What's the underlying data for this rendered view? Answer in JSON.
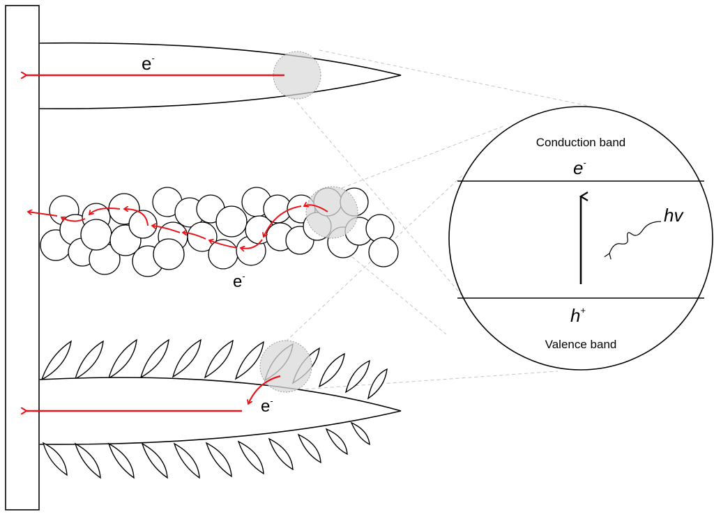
{
  "labels": {
    "electron_top": "e",
    "electron_middle": "e",
    "electron_bottom": "e",
    "electron_sup": "-",
    "conduction_band": "Conduction band",
    "valence_band": "Valence band",
    "band_electron": "e",
    "band_electron_sup": "-",
    "band_hole": "h",
    "band_hole_sup": "+",
    "photon": "hv"
  },
  "colors": {
    "electron_path": "#e8141b",
    "outline": "#000000",
    "highlight_fill": "#d9d9d9",
    "zoom_lines": "#bfbfbf"
  }
}
